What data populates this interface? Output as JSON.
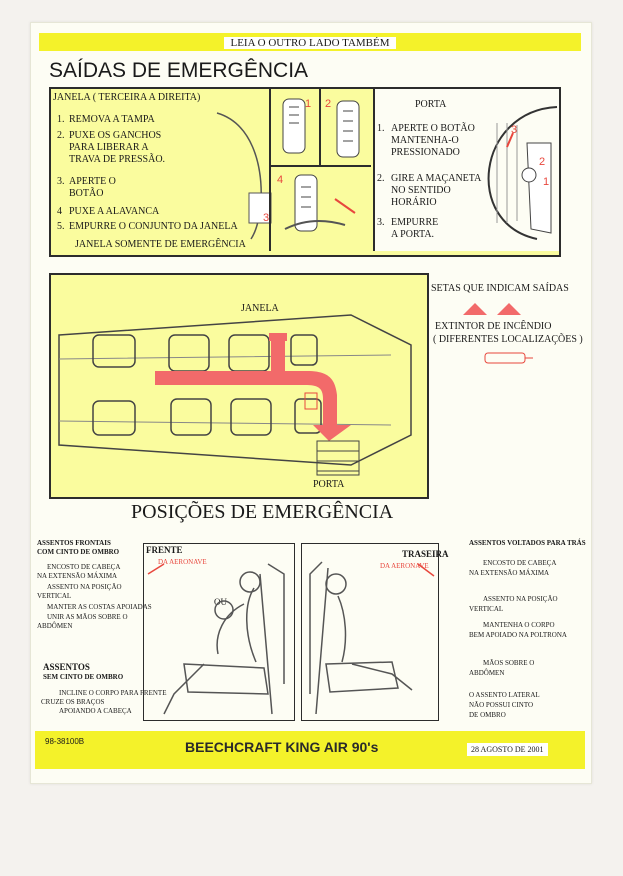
{
  "header": {
    "read_other_side": "LEIA O OUTRO LADO TAMBÉM"
  },
  "exits": {
    "title": "SAÍDAS DE EMERGÊNCIA",
    "window": {
      "heading": "JANELA ( TERCEIRA A DIREITA)",
      "steps": [
        {
          "num": "1.",
          "text": "REMOVA A TAMPA"
        },
        {
          "num": "2.",
          "text": "PUXE OS GANCHOS"
        },
        {
          "num": "",
          "text": "PARA LIBERAR  A"
        },
        {
          "num": "",
          "text": "TRAVA DE PRESSÃO."
        },
        {
          "num": "3.",
          "text": "APERTE O"
        },
        {
          "num": "",
          "text": "BOTÃO"
        },
        {
          "num": "4",
          "text": "PUXE A ALAVANCA"
        },
        {
          "num": "5.",
          "text": "EMPURRE O CONJUNTO DA JANELA"
        }
      ],
      "note": "JANELA SOMENTE DE EMERGÊNCIA",
      "diagram_numbers": [
        "1",
        "2",
        "3",
        "4"
      ]
    },
    "door": {
      "heading": "PORTA",
      "steps": [
        {
          "num": "1.",
          "text": "APERTE O BOTÃO"
        },
        {
          "num": "",
          "text": "MANTENHA-O"
        },
        {
          "num": "",
          "text": "PRESSIONADO"
        },
        {
          "num": "2.",
          "text": "GIRE A MAÇANETA"
        },
        {
          "num": "",
          "text": "NO SENTIDO"
        },
        {
          "num": "",
          "text": "HORÁRIO"
        },
        {
          "num": "3.",
          "text": "EMPURRE"
        },
        {
          "num": "",
          "text": "A PORTA."
        }
      ],
      "diagram_numbers": [
        "1",
        "2",
        "3"
      ]
    }
  },
  "cabin": {
    "window_label": "JANELA",
    "door_label": "PORTA",
    "legend_exit_arrows": "SETAS QUE INDICAM SAÍDAS",
    "legend_extinguisher_1": "EXTINTOR DE INCÊNDIO",
    "legend_extinguisher_2": "( DIFERENTES LOCALIZAÇÕES )"
  },
  "positions": {
    "title": "POSIÇÕES DE EMERGÊNCIA",
    "front_group": {
      "heading": "ASSENTOS FRONTAIS",
      "subheading": "COM CINTO DE OMBRO",
      "items": [
        "ENCOSTO DE CABEÇA",
        "NA EXTENSÃO MÁXIMA",
        "ASSENTO NA POSIÇÃO",
        "VERTICAL",
        "MANTER AS COSTAS APOIADAS",
        "UNIR AS MÃOS SOBRE O",
        "ABDÔMEN"
      ]
    },
    "nobelt_group": {
      "heading": "ASSENTOS",
      "subheading": "SEM CINTO DE OMBRO",
      "items": [
        "INCLINE O CORPO PARA FRENTE",
        "CRUZE OS BRAÇOS",
        "APOIANDO A CABEÇA"
      ]
    },
    "front_label": "FRENTE",
    "front_sub": "DA AERONAVE",
    "or_label": "OU",
    "rear_label": "TRASEIRA",
    "rear_sub": "DA AERONAVE",
    "rear_group": {
      "heading": "ASSENTOS VOLTADOS PARA TRÁS",
      "items": [
        "ENCOSTO DE CABEÇA",
        "NA EXTENSÃO MÁXIMA",
        "ASSENTO NA POSIÇÃO",
        "VERTICAL",
        "MANTENHA O CORPO",
        "BEM APOIADO NA POLTRONA",
        "MÃOS SOBRE O",
        "ABDÔMEN",
        "O ASSENTO LATERAL",
        "NÃO POSSUI CINTO",
        "DE OMBRO"
      ]
    }
  },
  "footer": {
    "code": "98-38100B",
    "aircraft": "BEECHCRAFT KING AIR 90's",
    "date": "28 AGOSTO  DE  2001"
  }
}
